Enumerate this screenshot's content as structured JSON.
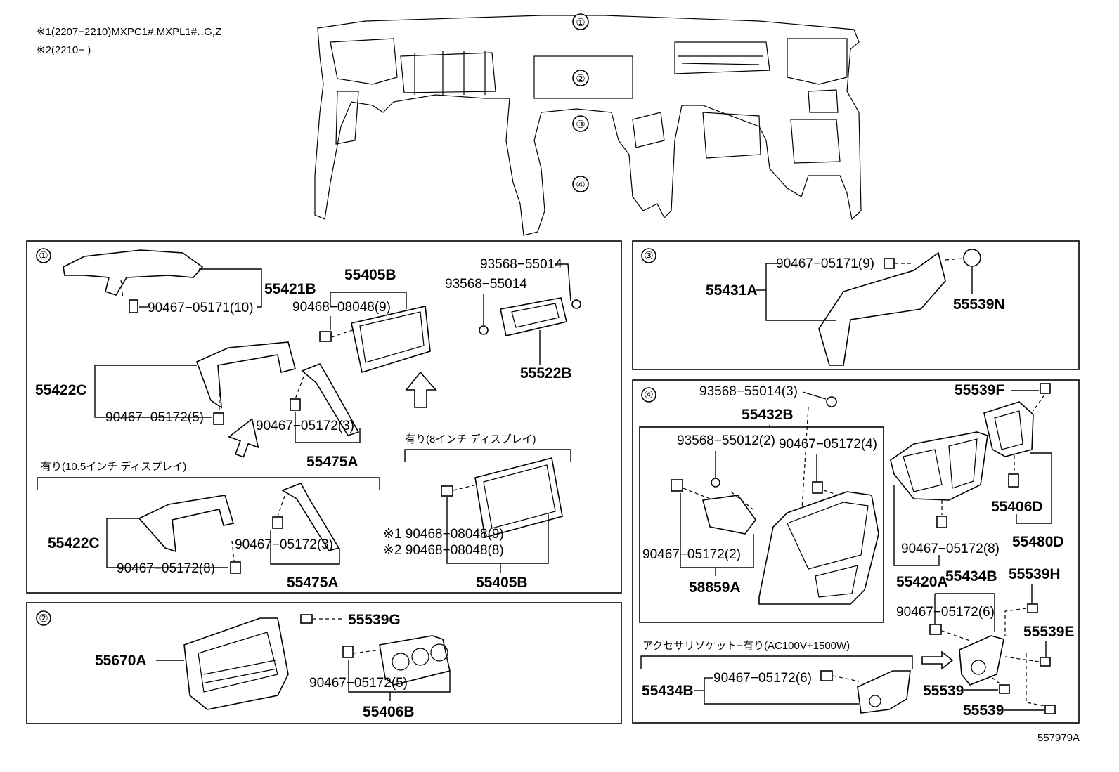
{
  "notes": {
    "note1": "※1(2207−2210)MXPC1#,MXPL1#‥G,Z",
    "note2": "※2(2210−      )"
  },
  "section_markers": [
    "①",
    "②",
    "③",
    "④"
  ],
  "panel1": {
    "marker": "①",
    "parts": {
      "p55421B": "55421B",
      "clip_90467_05171_10": "90467−05171(10)",
      "p55405B_top": "55405B",
      "clip_90468_08048_9": "90468−08048(9)",
      "screw_93568_55014_a": "93568−55014",
      "screw_93568_55014_b": "93568−55014",
      "p55522B": "55522B",
      "p55422C_top": "55422C",
      "clip_90467_05172_5": "90467−05172(5)",
      "clip_90467_05172_3_top": "90467−05172(3)",
      "p55475A_top": "55475A",
      "opt_8inch": "有り(8インチ ディスプレイ)",
      "opt_10inch": "有り(10.5インチ ディスプレイ)",
      "p55422C_bot": "55422C",
      "clip_90467_05172_8": "90467−05172(8)",
      "clip_90467_05172_3_bot": "90467−05172(3)",
      "p55475A_bot": "55475A",
      "clip_note1": "※1 90468−08048(9)",
      "clip_note2": "※2 90468−08048(8)",
      "p55405B_bot": "55405B"
    }
  },
  "panel2": {
    "marker": "②",
    "parts": {
      "p55539G": "55539G",
      "p55670A": "55670A",
      "clip_90467_05172_5": "90467−05172(5)",
      "p55406B": "55406B"
    }
  },
  "panel3": {
    "marker": "③",
    "parts": {
      "clip_90467_05171_9": "90467−05171(9)",
      "p55431A": "55431A",
      "p55539N": "55539N"
    }
  },
  "panel4": {
    "marker": "④",
    "parts": {
      "screw_93568_55014_3": "93568−55014(3)",
      "p55432B": "55432B",
      "screw_93568_55012_2": "93568−55012(2)",
      "clip_90467_05172_4": "90467−05172(4)",
      "clip_90467_05172_2": "90467−05172(2)",
      "p58859A": "58859A",
      "p55539F": "55539F",
      "p55406D": "55406D",
      "clip_90467_05172_8": "90467−05172(8)",
      "p55480D": "55480D",
      "p55420A": "55420A",
      "p55434B_top": "55434B",
      "p55539H": "55539H",
      "clip_90467_05172_6_right": "90467−05172(6)",
      "p55539E": "55539E",
      "opt_accessory": "アクセサリソケット−有り(AC100V+1500W)",
      "p55434B_bot": "55434B",
      "clip_90467_05172_6_bot": "90467−05172(6)",
      "p55539_a": "55539",
      "p55539_b": "55539"
    }
  },
  "diagram_id": "557979A"
}
